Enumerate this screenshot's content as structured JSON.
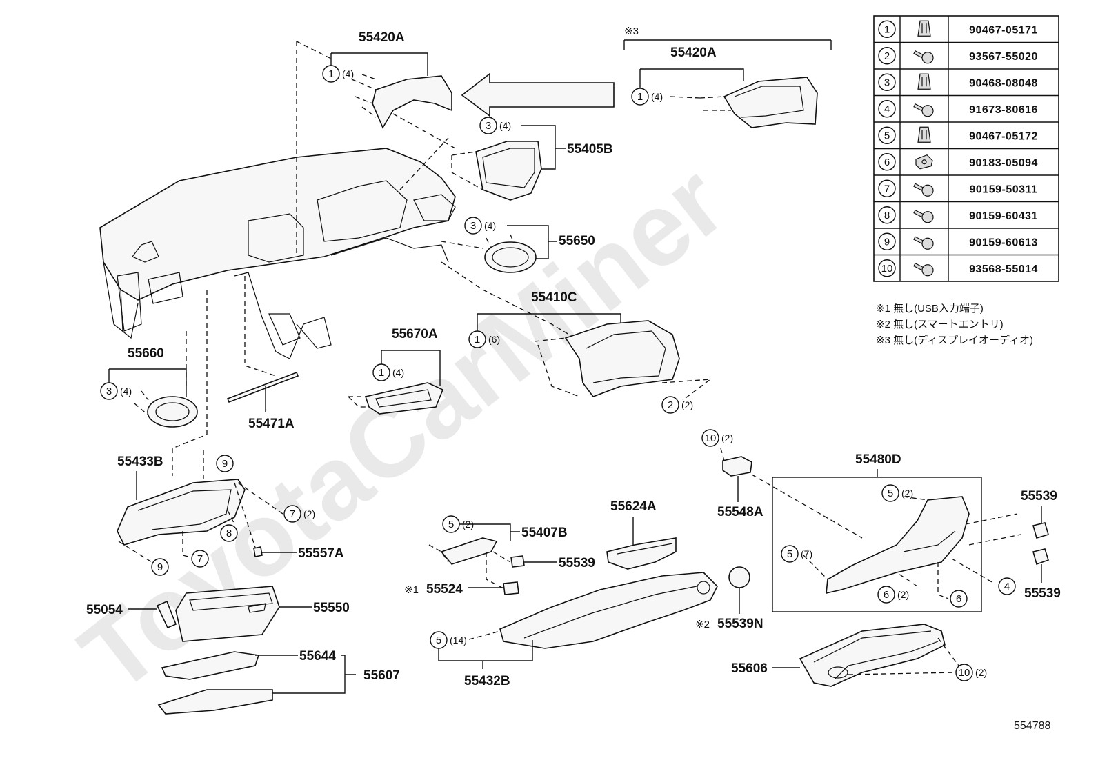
{
  "watermark": "ToyotaCarMiner",
  "diagram_id": "554788",
  "fastener_table": [
    {
      "num": "1",
      "part": "90467-05171",
      "icon": "clip-icon"
    },
    {
      "num": "2",
      "part": "93567-55020",
      "icon": "screw-icon"
    },
    {
      "num": "3",
      "part": "90468-08048",
      "icon": "clip-icon"
    },
    {
      "num": "4",
      "part": "91673-80616",
      "icon": "screw-icon"
    },
    {
      "num": "5",
      "part": "90467-05172",
      "icon": "clip-icon"
    },
    {
      "num": "6",
      "part": "90183-05094",
      "icon": "nut-icon"
    },
    {
      "num": "7",
      "part": "90159-50311",
      "icon": "screw-icon"
    },
    {
      "num": "8",
      "part": "90159-60431",
      "icon": "screw-icon"
    },
    {
      "num": "9",
      "part": "90159-60613",
      "icon": "screw-icon"
    },
    {
      "num": "10",
      "part": "93568-55014",
      "icon": "screw-icon"
    }
  ],
  "footnotes": [
    "※1 無し(USB入力端子)",
    "※2 無し(スマートエントリ)",
    "※3 無し(ディスプレイオーディオ)"
  ],
  "labels": {
    "p55420A_top": "55420A",
    "p55420A_right": "55420A",
    "note3": "※3",
    "p55405B": "55405B",
    "p55650": "55650",
    "p55410C": "55410C",
    "p55660": "55660",
    "p55670A": "55670A",
    "p55471A": "55471A",
    "p55433B": "55433B",
    "p55557A": "55557A",
    "p55054": "55054",
    "p55550": "55550",
    "p55644": "55644",
    "p55607": "55607",
    "p55407B": "55407B",
    "p55539_a": "55539",
    "p55524": "55524",
    "note1": "※1",
    "p55624A": "55624A",
    "p55432B": "55432B",
    "p55539N": "55539N",
    "note2": "※2",
    "p55548A": "55548A",
    "p55480D": "55480D",
    "p55539_b": "55539",
    "p55539_c": "55539",
    "p55606": "55606"
  },
  "callouts": {
    "c1": {
      "num": "1",
      "qty": "(4)"
    },
    "c2": {
      "num": "1",
      "qty": "(4)"
    },
    "c3": {
      "num": "3",
      "qty": "(4)"
    },
    "c4": {
      "num": "3",
      "qty": "(4)"
    },
    "c5": {
      "num": "1",
      "qty": "(6)"
    },
    "c6": {
      "num": "2",
      "qty": "(2)"
    },
    "c7": {
      "num": "3",
      "qty": "(4)"
    },
    "c8": {
      "num": "1",
      "qty": "(4)"
    },
    "c9": {
      "num": "9"
    },
    "c10": {
      "num": "7",
      "qty": "(2)"
    },
    "c11": {
      "num": "8"
    },
    "c12": {
      "num": "7"
    },
    "c13": {
      "num": "9"
    },
    "c14": {
      "num": "5",
      "qty": "(2)"
    },
    "c15": {
      "num": "5",
      "qty": "(14)"
    },
    "c16": {
      "num": "10",
      "qty": "(2)"
    },
    "c17": {
      "num": "5",
      "qty": "(2)"
    },
    "c18": {
      "num": "5",
      "qty": "(7)"
    },
    "c19": {
      "num": "6",
      "qty": "(2)"
    },
    "c20": {
      "num": "6"
    },
    "c21": {
      "num": "4"
    },
    "c22": {
      "num": "10",
      "qty": "(2)"
    }
  }
}
